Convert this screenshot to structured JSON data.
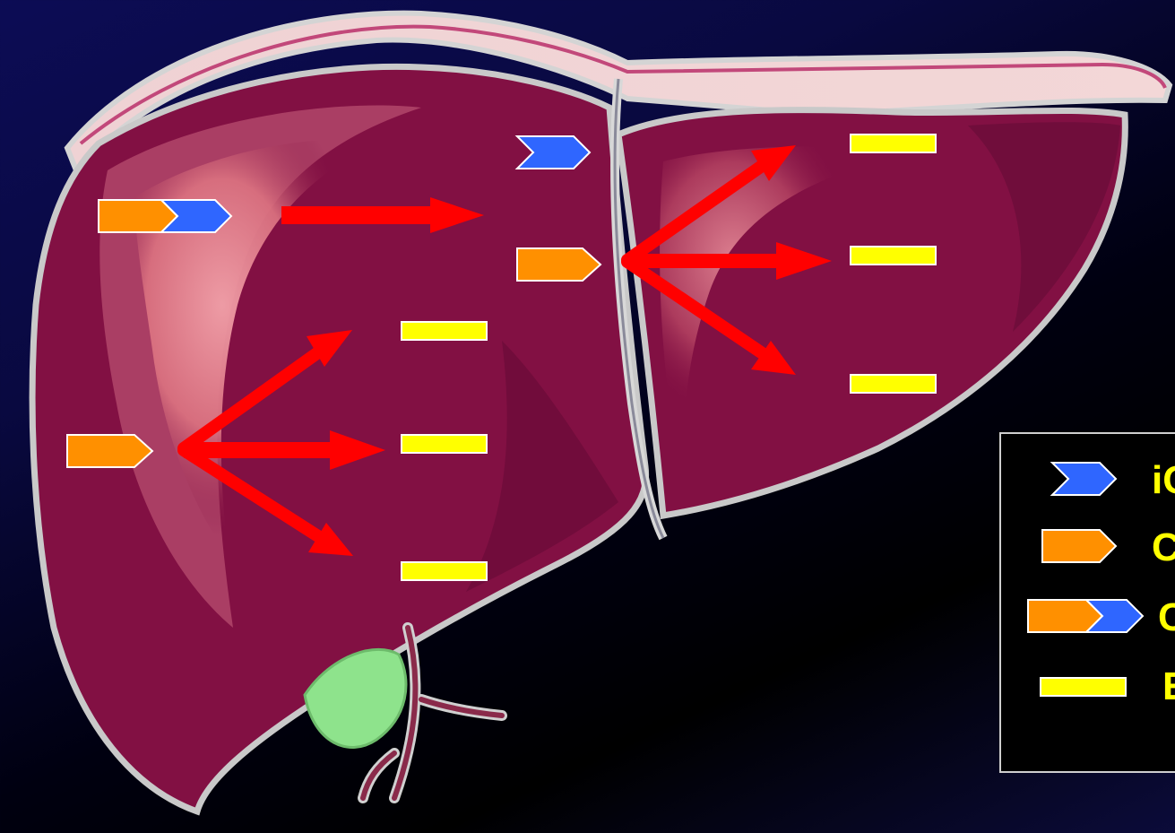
{
  "diagram": {
    "colors": {
      "background_top": "#0c0c55",
      "background_bottom": "#000000",
      "liver_fill": "#821043",
      "liver_highlight": "#e07e8c",
      "liver_outline": "#c9c9c9",
      "gallbladder": "#8ee38c",
      "arrow": "#ff0000",
      "marker_blue": "#2f66ff",
      "marker_orange": "#ff9000",
      "marker_yellow": "#ffff00",
      "legend_text": "#ffff00"
    },
    "markers": [
      {
        "id": "left-lobe-upper",
        "kind": "orange-blue"
      },
      {
        "id": "central-top",
        "kind": "blue"
      },
      {
        "id": "central-middle",
        "kind": "orange"
      },
      {
        "id": "left-lobe-lower",
        "kind": "orange"
      },
      {
        "id": "left-lower-yellow-1",
        "kind": "yellow"
      },
      {
        "id": "left-lower-yellow-2",
        "kind": "yellow"
      },
      {
        "id": "left-lower-yellow-3",
        "kind": "yellow"
      },
      {
        "id": "right-yellow-1",
        "kind": "yellow"
      },
      {
        "id": "right-yellow-2",
        "kind": "yellow"
      },
      {
        "id": "right-yellow-3",
        "kind": "yellow"
      }
    ],
    "arrows": [
      {
        "id": "arrow-horizontal-top",
        "from": "left-lobe-upper",
        "to": "central-region"
      },
      {
        "id": "arrow-right-up",
        "from": "central-middle",
        "to": "right-yellow-1"
      },
      {
        "id": "arrow-right-mid",
        "from": "central-middle",
        "to": "right-yellow-2"
      },
      {
        "id": "arrow-right-down",
        "from": "central-middle",
        "to": "right-yellow-3"
      },
      {
        "id": "arrow-left-up",
        "from": "left-lobe-lower",
        "to": "left-lower-yellow-1"
      },
      {
        "id": "arrow-left-mid",
        "from": "left-lobe-lower",
        "to": "left-lower-yellow-2"
      },
      {
        "id": "arrow-left-down",
        "from": "left-lobe-lower",
        "to": "left-lower-yellow-3"
      }
    ],
    "legend": {
      "items": [
        {
          "icon": "blue-chevron-icon",
          "label": "iC"
        },
        {
          "icon": "orange-pentagon-icon",
          "label": "C"
        },
        {
          "icon": "orange-blue-combo-icon",
          "label": "C"
        },
        {
          "icon": "yellow-bar-icon",
          "label": "E"
        }
      ]
    }
  }
}
